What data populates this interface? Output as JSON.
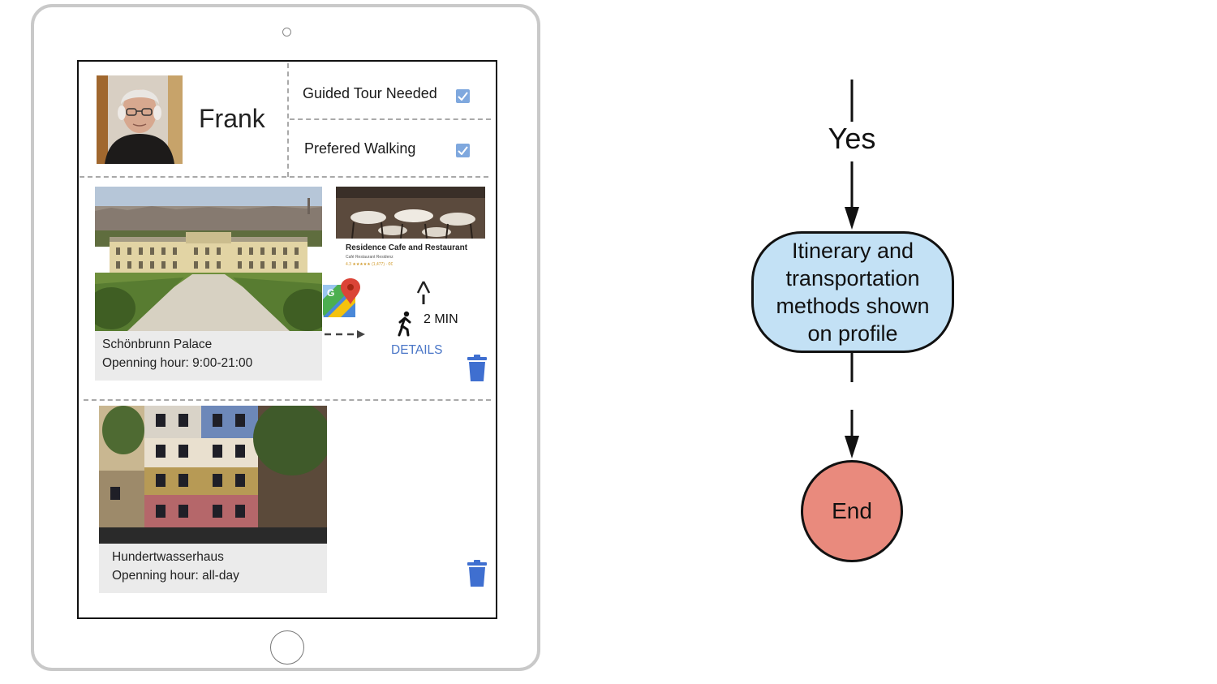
{
  "tablet": {
    "profile": {
      "name": "Frank",
      "preferences": [
        {
          "label": "Guided Tour Needed",
          "checked": true
        },
        {
          "label": "Prefered Walking",
          "checked": true
        }
      ]
    },
    "itinerary": [
      {
        "name": "Schönbrunn Palace",
        "hours": "Openning hour: 9:00-21:00"
      },
      {
        "name": "Hundertwasserhaus",
        "hours": "Openning hour: all-day"
      }
    ],
    "suggestion": {
      "title": "Residence Cafe and Restaurant",
      "subtitle": "Café Restaurant Residenz",
      "rating_line": "4.3 ★★★★★ (1,477) · €€"
    },
    "route": {
      "map_badge": "G",
      "walk_time": "2 MIN",
      "details_label": "DETAILS"
    }
  },
  "flowchart": {
    "edge_label": "Yes",
    "process_text": "Itinerary and transportation methods shown on profile",
    "end_text": "End",
    "colors": {
      "process_fill": "#c3e1f5",
      "end_fill": "#e98a7d"
    }
  }
}
